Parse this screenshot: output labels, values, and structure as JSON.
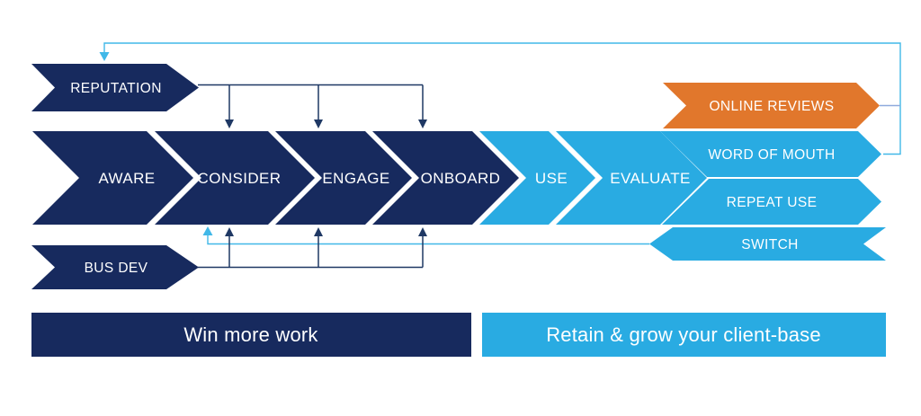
{
  "colors": {
    "navy": "#172a5e",
    "blue": "#29abe2",
    "orange": "#e1772c",
    "line_navy": "#1f3864",
    "line_blue": "#41b8e8",
    "stub_blue": "#8faadc"
  },
  "inputs": {
    "reputation": {
      "label": "REPUTATION"
    },
    "bus_dev": {
      "label": "BUS DEV"
    }
  },
  "stages": [
    {
      "label": "AWARE"
    },
    {
      "label": "CONSIDER"
    },
    {
      "label": "ENGAGE"
    },
    {
      "label": "ONBOARD"
    },
    {
      "label": "USE"
    },
    {
      "label": "EVALUATE"
    }
  ],
  "outcomes": [
    {
      "label": "ONLINE REVIEWS"
    },
    {
      "label": "WORD OF MOUTH"
    },
    {
      "label": "REPEAT USE"
    },
    {
      "label": "SWITCH"
    }
  ],
  "phases": [
    {
      "label": "Win more work"
    },
    {
      "label": "Retain & grow your client-base"
    }
  ]
}
